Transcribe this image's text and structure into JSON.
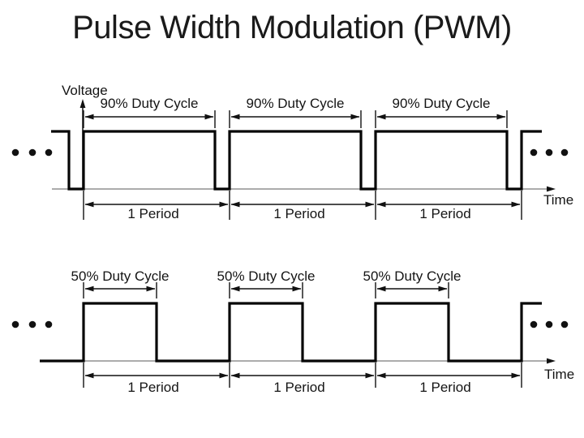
{
  "title": "Pulse Width Modulation (PWM)",
  "colors": {
    "ink": "#111111",
    "waveform": "#050505",
    "axis_line": "#7a7a7a",
    "background": "#ffffff"
  },
  "diagrams": [
    {
      "name": "pwm-90-duty-waveform",
      "duty_percent": 90,
      "periods_shown": 3,
      "partial_pulse_left": true,
      "partial_pulse_right": true,
      "voltage_label": "Voltage",
      "time_label": "Time",
      "duty_labels": [
        "90% Duty Cycle",
        "90% Duty Cycle",
        "90% Duty Cycle"
      ],
      "period_labels": [
        "1 Period",
        "1 Period",
        "1 Period"
      ],
      "continuation_marks": "three dots on each side"
    },
    {
      "name": "pwm-50-duty-waveform",
      "duty_percent": 50,
      "periods_shown": 3,
      "partial_pulse_left": true,
      "partial_pulse_right": true,
      "voltage_label": "",
      "time_label": "Time",
      "duty_labels": [
        "50% Duty Cycle",
        "50% Duty Cycle",
        "50% Duty Cycle"
      ],
      "period_labels": [
        "1 Period",
        "1 Period",
        "1 Period"
      ],
      "continuation_marks": "three dots on each side"
    }
  ]
}
